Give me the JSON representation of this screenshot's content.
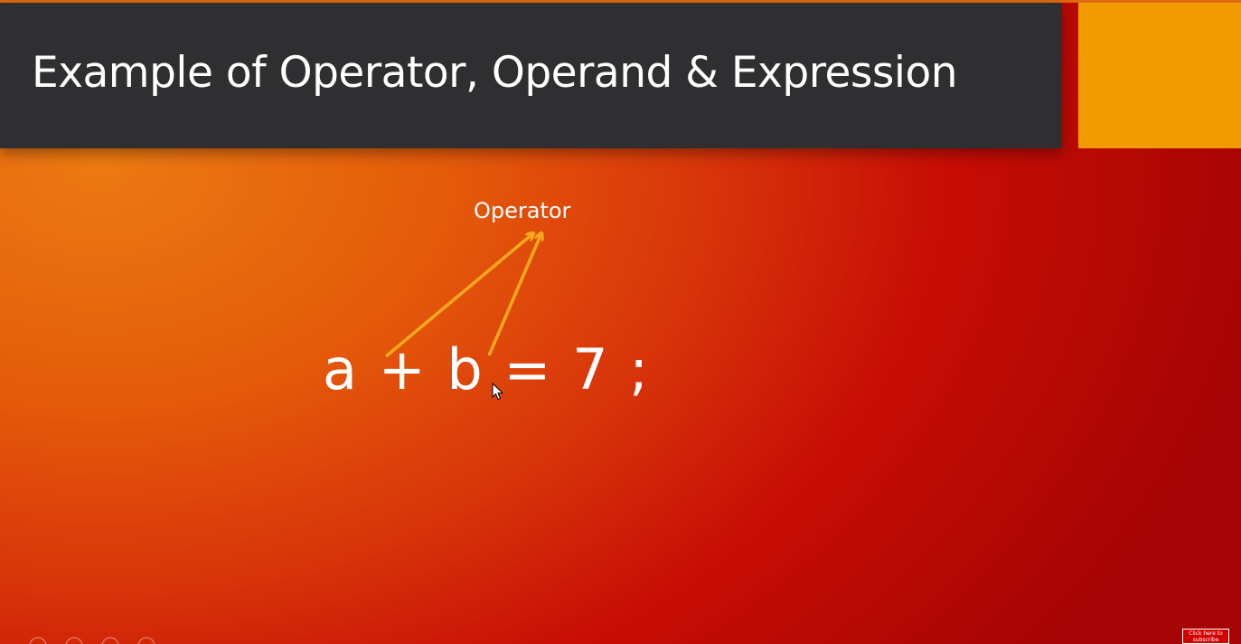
{
  "slide": {
    "title": "Example of Operator, Operand & Expression",
    "operator_label": "Operator",
    "expression": "a + b = 7 ;"
  },
  "subscribe": {
    "line1": "Click here to",
    "line2": "subscribe"
  },
  "colors": {
    "title_bar": "#2f2f31",
    "accent_block": "#f29a00",
    "arrow": "#f6a81c",
    "background_start": "#ec7a12",
    "background_end": "#a60404"
  },
  "icons": {
    "cursor": "mouse-pointer-icon"
  }
}
